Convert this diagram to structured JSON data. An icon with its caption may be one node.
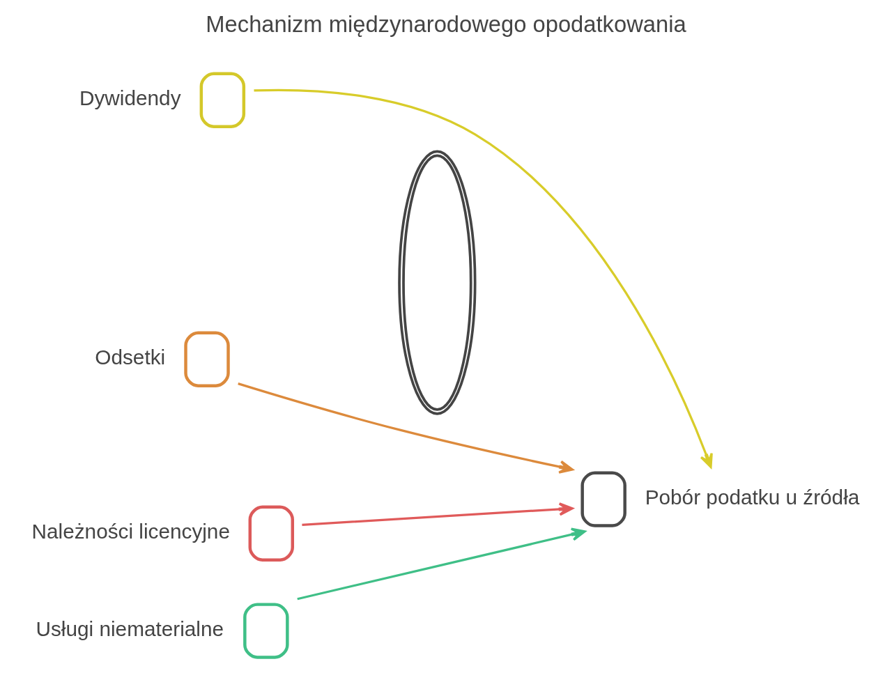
{
  "diagram": {
    "title": "Mechanizm międzynarodowego opodatkowania",
    "nodes": [
      {
        "text": [
          "Dywidendy"
        ]
      },
      {
        "text": [
          "Odsetki"
        ]
      },
      {
        "text": [
          "Należności licencyjne"
        ]
      },
      {
        "text": [
          "Usługi niematerialne"
        ]
      },
      {
        "text": [],
        "shape": "lens"
      },
      {
        "text": [
          "Pobór podatku u źródła"
        ]
      }
    ],
    "edges": [
      {
        "from": 0,
        "to": 5,
        "arrow": "to",
        "color": "#d8cc2a"
      },
      {
        "from": 1,
        "to": 5,
        "arrow": "to",
        "color": "#dc8a3c"
      },
      {
        "from": 2,
        "to": 5,
        "arrow": "to",
        "color": "#e05a5a"
      },
      {
        "from": 3,
        "to": 5,
        "arrow": "to",
        "color": "#3fbf87"
      }
    ]
  }
}
